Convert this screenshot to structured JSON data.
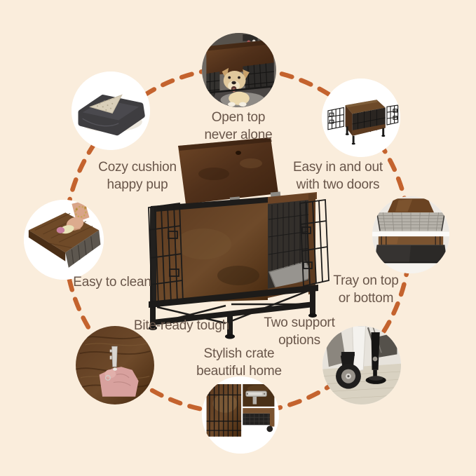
{
  "canvas": {
    "background": "#FAEDDC",
    "dash_color": "#C4632E",
    "text_color": "#69564A"
  },
  "center_product": {
    "image": "wooden-dog-crate-open-top-two-doors-gray-cushion"
  },
  "features": [
    {
      "id": "open-top",
      "line1": "Open top",
      "line2": "never alone",
      "photo": "dog-inside-crate-open-top"
    },
    {
      "id": "two-doors",
      "line1": "Easy in and out",
      "line2": "with two doors",
      "photo": "crate-with-both-side-doors-open"
    },
    {
      "id": "tray",
      "line1": "Tray on top",
      "line2": "or bottom",
      "photo": "metal-tray-top-and-bottom-positions"
    },
    {
      "id": "two-support",
      "line1": "Two support",
      "line2": "options",
      "photo": "caster-wheel-and-leveling-foot"
    },
    {
      "id": "stylish-crate",
      "line1": "Stylish crate",
      "line2": "beautiful home",
      "photo": "crate-detail-collage-latch-and-tray"
    },
    {
      "id": "bite-ready",
      "line1": "Bite-ready tough",
      "line2": "",
      "photo": "key-scratch-test-on-wood"
    },
    {
      "id": "easy-clean",
      "line1": "Easy to clean",
      "line2": "",
      "photo": "hand-wiping-wood-tabletop"
    },
    {
      "id": "cozy-cushion",
      "line1": "Cozy cushion",
      "line2": "happy pup",
      "photo": "gray-cushion-folded-corner"
    }
  ]
}
